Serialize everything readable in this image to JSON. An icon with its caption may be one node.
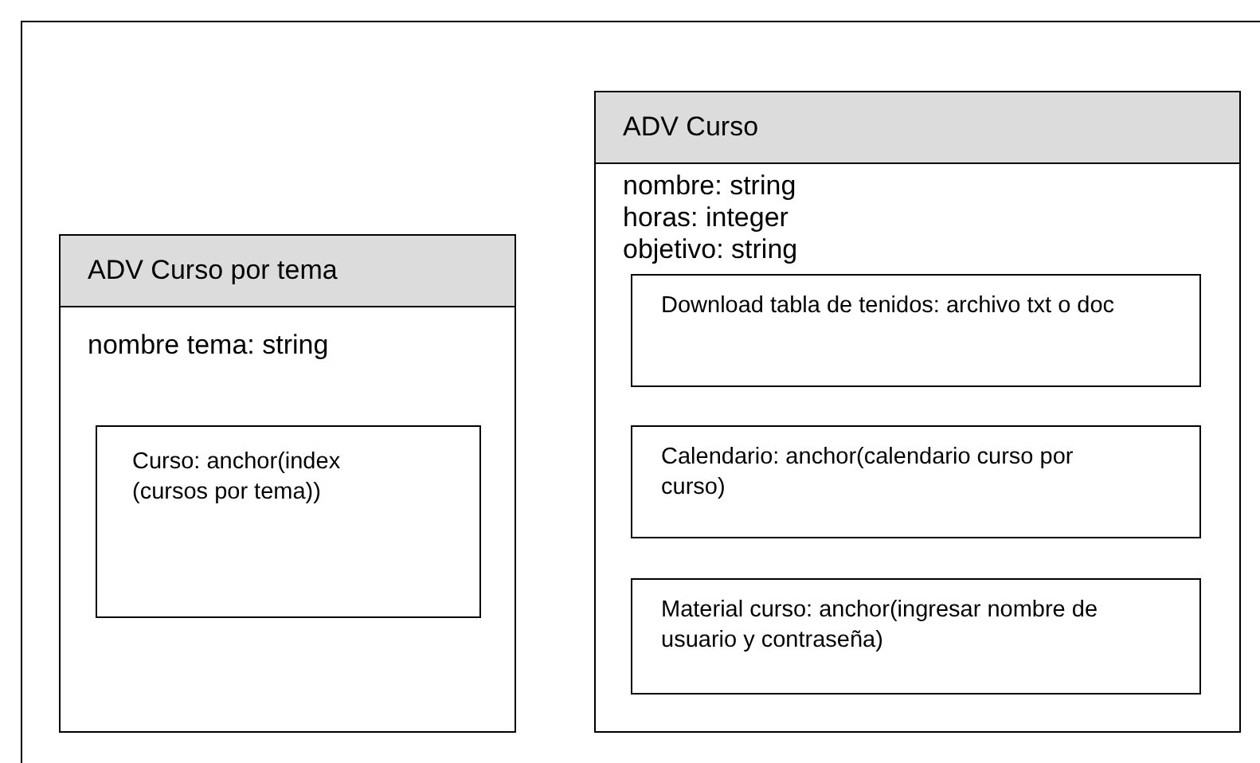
{
  "diagram": {
    "nodes": [
      {
        "text": [
          "ADV Curso por tema",
          "nombre tema: string"
        ]
      },
      {
        "text": [
          "Curso: anchor(index (cursos por tema))"
        ],
        "in": 0
      },
      {
        "text": [
          "ADV Curso",
          "nombre: string",
          "horas: integer",
          "objetivo: string"
        ]
      },
      {
        "text": [
          "Download tabla de tenidos: archivo txt o doc"
        ],
        "in": 2
      },
      {
        "text": [
          "Calendario: anchor(calendario curso por curso)"
        ],
        "in": 2
      },
      {
        "text": [
          "Material curso: anchor(ingresar nombre de usuario y contraseña)"
        ],
        "in": 2
      }
    ]
  }
}
